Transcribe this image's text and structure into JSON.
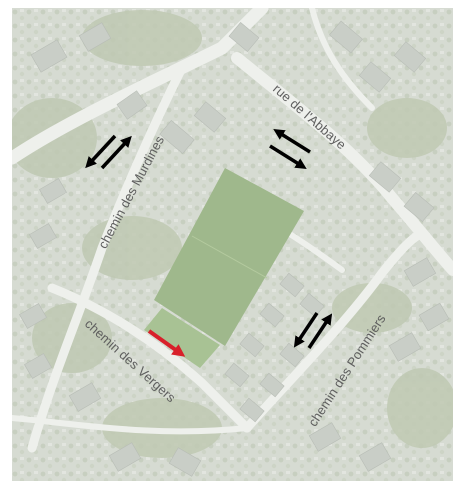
{
  "map": {
    "streets": {
      "abbaye": "rue de l'Abbaye",
      "murdines": "chemin des Murdines",
      "vergers": "chemin des Vergers",
      "pommiers": "chemin des Pommiers"
    },
    "arrow_icons": {
      "two_way": "two-way-traffic-arrows",
      "one_way": "one-way-arrow"
    },
    "colors": {
      "two_way_arrow": "#000000",
      "one_way_arrow": "#d8202a",
      "pitch": "#9cb58a",
      "road": "#eef0ec",
      "building": "#cdd2cc",
      "vegetation": "#bfc9b5"
    }
  }
}
